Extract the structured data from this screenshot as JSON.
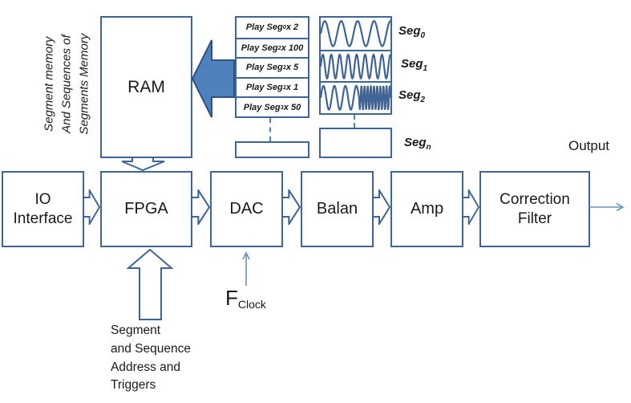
{
  "colors": {
    "border": "#3d6598",
    "arrow_fill": "#4f81bd",
    "arrow_stroke": "#2f5380",
    "thin_arrow": "#6c93c0",
    "wave": "#3e6596"
  },
  "side_label": "Segment memory\nAnd Sequences of\nSegments Memory",
  "ram": {
    "label": "RAM"
  },
  "play_list": {
    "items": [
      {
        "pre": "Play Seg",
        "sub": "0",
        "post": " x 2"
      },
      {
        "pre": "Play Seg",
        "sub": "2",
        "post": " x 100"
      },
      {
        "pre": "Play Seg",
        "sub": "1",
        "post": " x 5"
      },
      {
        "pre": "Play Seg",
        "sub": "1",
        "post": " x 1"
      },
      {
        "pre": "Play Seg",
        "sub": "3",
        "post": " x 50"
      }
    ]
  },
  "segments": {
    "items": [
      {
        "label_base": "Seg",
        "label_sub": "0",
        "wave": {
          "type": "sine",
          "cycles": 4.25
        }
      },
      {
        "label_base": "Seg",
        "label_sub": "1",
        "wave": {
          "type": "sine",
          "cycles": 8.25
        }
      },
      {
        "label_base": "Seg",
        "label_sub": "2",
        "wave": {
          "type": "chirp",
          "slow_cycles": 3.5,
          "fast_cycles": 10,
          "split": 0.55
        }
      }
    ],
    "n_label": {
      "base": "Seg",
      "sub": "n"
    }
  },
  "pipeline": {
    "blocks": [
      {
        "id": "io",
        "label": "IO\nInterface"
      },
      {
        "id": "fpga",
        "label": "FPGA"
      },
      {
        "id": "dac",
        "label": "DAC"
      },
      {
        "id": "balan",
        "label": "Balan"
      },
      {
        "id": "amp",
        "label": "Amp"
      },
      {
        "id": "correction",
        "label": "Correction\nFilter"
      }
    ]
  },
  "annotations": {
    "fclock": {
      "base": "F",
      "sub": "Clock"
    },
    "address": "Segment\nand Sequence\nAddress and\nTriggers",
    "output": "Output"
  }
}
